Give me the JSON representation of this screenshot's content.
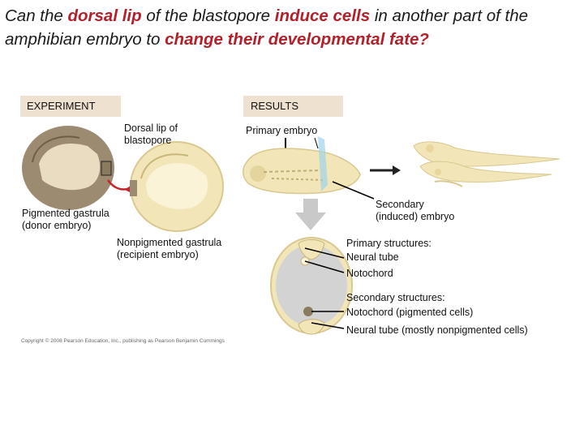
{
  "title": {
    "p1": "Can the ",
    "h1": "dorsal lip",
    "p2": " of the blastopore ",
    "h2": "induce cells",
    "p3": " in another part of the amphibian embryo to ",
    "h3": "change their developmental fate?"
  },
  "headers": {
    "experiment": "EXPERIMENT",
    "results": "RESULTS"
  },
  "labels": {
    "dorsal_lip": "Dorsal lip of\nblastopore",
    "pigmented": "Pigmented gastrula\n(donor embryo)",
    "nonpigmented": "Nonpigmented gastrula\n(recipient embryo)",
    "primary_embryo": "Primary embryo",
    "secondary_embryo": "Secondary\n(induced) embryo",
    "primary_structures": "Primary structures:",
    "neural_tube": "Neural tube",
    "notochord": "Notochord",
    "secondary_structures": "Secondary structures:",
    "notochord_pigmented": "Notochord (pigmented cells)",
    "neural_tube_nonpig": "Neural tube (mostly nonpigmented cells)"
  },
  "copyright": "Copyright © 2008 Pearson Education, Inc., publishing as Pearson Benjamin Cummings",
  "colors": {
    "highlight": "#b3202a",
    "band": "#efe1cf",
    "pigmented_embryo": "#9c8b71",
    "nonpigmented_embryo": "#f2e6b8",
    "blue_plane": "#9fd3ea"
  }
}
